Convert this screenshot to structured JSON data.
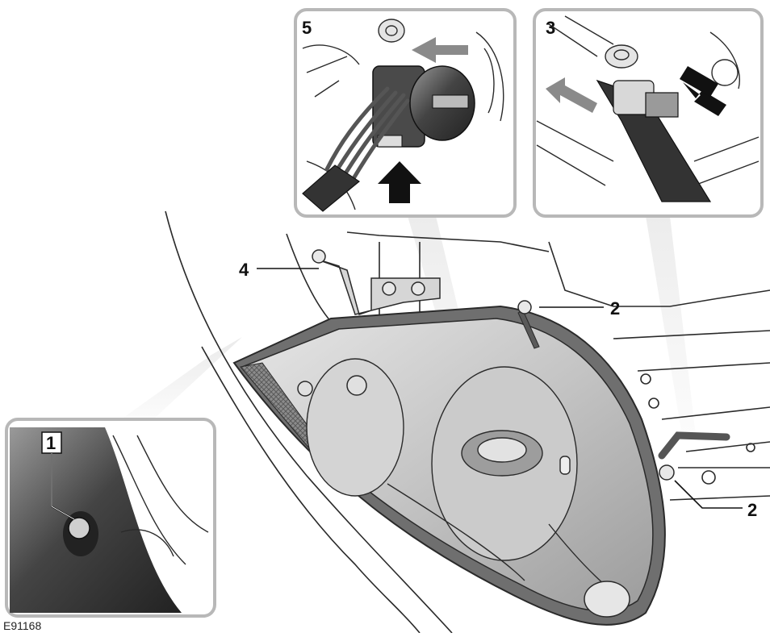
{
  "figure_id": "E91168",
  "callouts": {
    "c1": "1",
    "c2a": "2",
    "c2b": "2",
    "c3": "3",
    "c4": "4",
    "c5": "5"
  },
  "colors": {
    "line": "#2a2a2a",
    "panel_border": "#b8b8b8",
    "lens_fill": "#cfcfcf",
    "housing_frame": "#6f6f6f",
    "arrow_grey": "#8a8a8a",
    "arrow_black": "#111111",
    "dark_body": "#3c3c3c"
  },
  "icons": {
    "push_arrow": "arrow-icon",
    "pull_arrow": "arrow-icon"
  }
}
